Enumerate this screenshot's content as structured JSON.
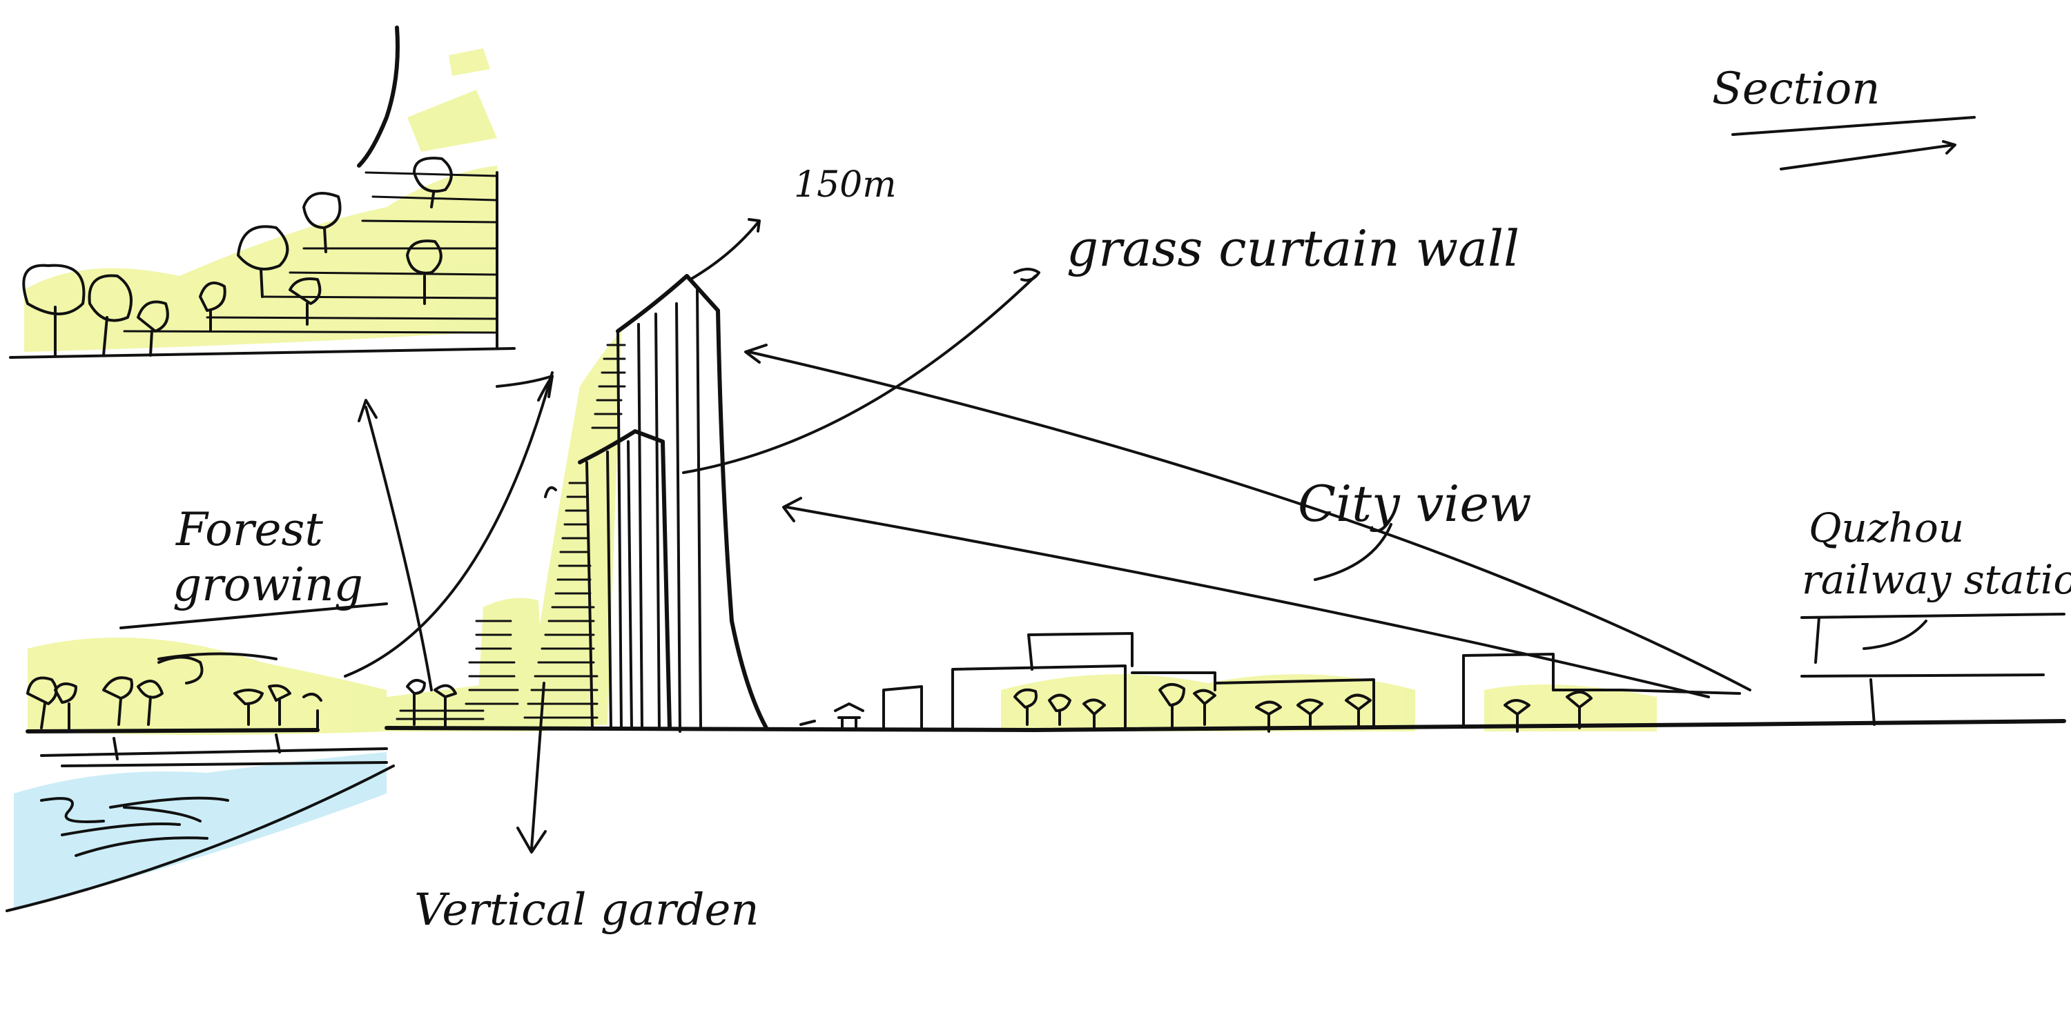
{
  "labels": {
    "title": "Section",
    "height": "150m",
    "grass_curtain_wall": "grass curtain wall",
    "forest_growing_line1": "Forest",
    "forest_growing_line2": "growing",
    "vertical_garden": "Vertical garden",
    "city_view": "City view",
    "railway_line1": "Quzhou",
    "railway_line2": "railway station"
  },
  "colors": {
    "ink": "#111111",
    "vegetation": "#eef59a",
    "water": "#c9ecf7",
    "background": "#ffffff"
  }
}
